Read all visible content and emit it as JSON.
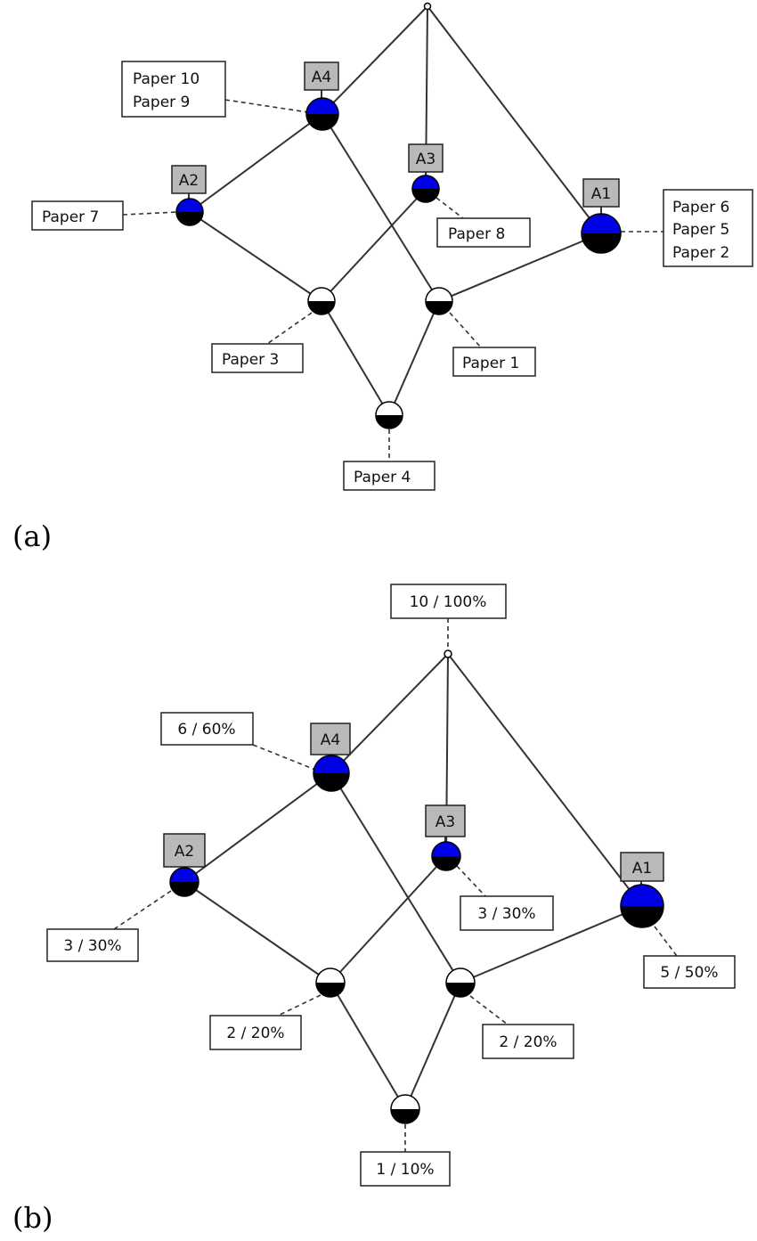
{
  "diagram_a": {
    "caption": "(a)",
    "attribute_labels": {
      "A1": "A1",
      "A2": "A2",
      "A3": "A3",
      "A4": "A4"
    },
    "object_labels": {
      "a4": [
        "Paper 10",
        "Paper  9"
      ],
      "a2": [
        "Paper  7"
      ],
      "a3": [
        "Paper  8"
      ],
      "a1": [
        "Paper  6",
        "Paper  5",
        "Paper 2"
      ],
      "m1": [
        "Paper  3"
      ],
      "m2": [
        "Paper 1"
      ],
      "bot": [
        "Paper  4"
      ]
    }
  },
  "diagram_b": {
    "caption": "(b)",
    "attribute_labels": {
      "A1": "A1",
      "A2": "A2",
      "A3": "A3",
      "A4": "A4"
    },
    "count_labels": {
      "top": "10 / 100%",
      "a4": "6 / 60%",
      "a2": "3 / 30%",
      "a3": "3 / 30%",
      "a1": "5 / 50%",
      "m1": "2 / 20%",
      "m2": "2 / 20%",
      "bot": "1 / 10%"
    }
  },
  "colors": {
    "attribute_fill": "#0000e6",
    "label_box": "#b9b9b9"
  }
}
